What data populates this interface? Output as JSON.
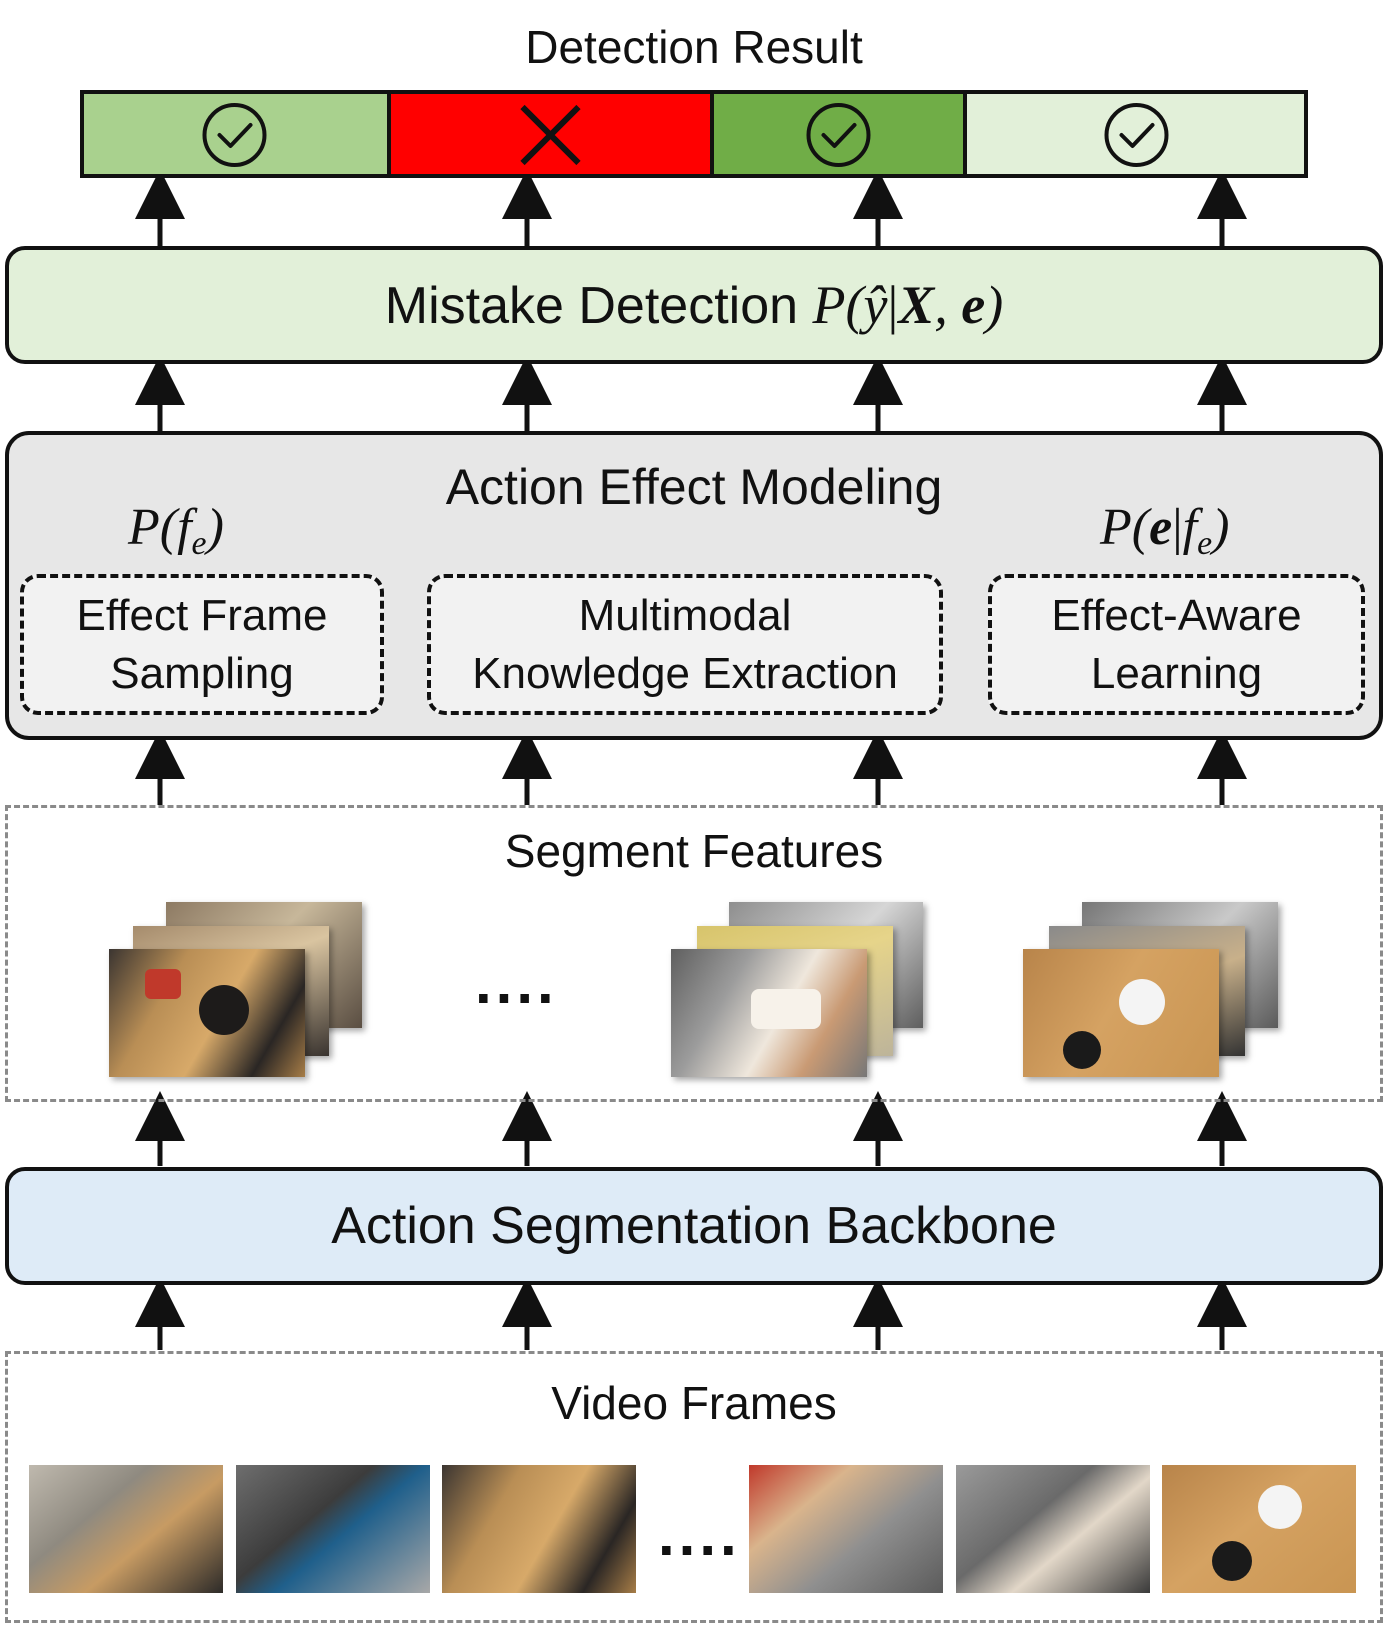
{
  "detection_result": {
    "title": "Detection Result",
    "cells": [
      {
        "mark": "check",
        "color": "#a9d18e"
      },
      {
        "mark": "cross",
        "color": "#ff0000"
      },
      {
        "mark": "check",
        "color": "#70ad47"
      },
      {
        "mark": "check",
        "color": "#e2f0d9"
      }
    ]
  },
  "mistake_detection": {
    "label": "Mistake Detection",
    "formula_prefix": "P(",
    "formula_yhat": "ŷ",
    "formula_bar": "|",
    "formula_X": "X",
    "formula_comma": ", ",
    "formula_e": "e",
    "formula_suffix": ")",
    "color": "#e2f0d9"
  },
  "action_effect": {
    "title": "Action Effect Modeling",
    "color": "#e7e7e7",
    "left_formula": {
      "prefix": "P(",
      "f": "f",
      "sub": "e",
      "suffix": ")"
    },
    "right_formula": {
      "prefix": "P(",
      "e": "e",
      "bar": "|",
      "f": "f",
      "sub": "e",
      "suffix": ")"
    },
    "modules": [
      {
        "line1": "Effect Frame",
        "line2": "Sampling"
      },
      {
        "line1": "Multimodal",
        "line2": "Knowledge Extraction"
      },
      {
        "line1": "Effect-Aware",
        "line2": "Learning"
      }
    ]
  },
  "segment_features": {
    "title": "Segment Features",
    "ellipsis": "...."
  },
  "backbone": {
    "label": "Action Segmentation Backbone",
    "color": "#deebf7"
  },
  "video_frames": {
    "title": "Video Frames",
    "ellipsis": "...."
  }
}
